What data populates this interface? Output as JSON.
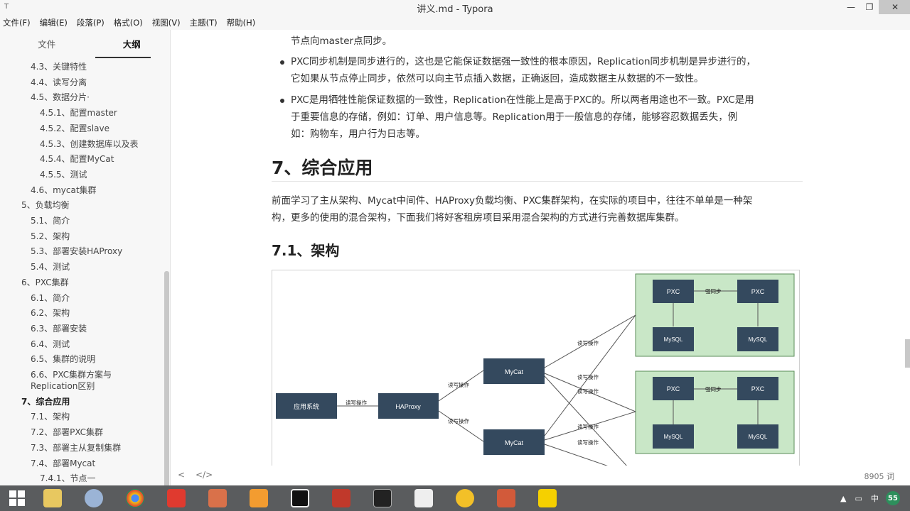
{
  "window": {
    "title": "讲义.md - Typora",
    "minimize": "—",
    "restore": "❐",
    "close": "✕"
  },
  "menu": [
    "文件(F)",
    "编辑(E)",
    "段落(P)",
    "格式(O)",
    "视图(V)",
    "主题(T)",
    "帮助(H)"
  ],
  "sidebar": {
    "tabs": [
      "文件",
      "大纲"
    ],
    "outline": [
      {
        "label": "4.3、关键特性",
        "level": 2
      },
      {
        "label": "4.4、读写分离",
        "level": 2
      },
      {
        "label": "4.5、数据分片·",
        "level": 2
      },
      {
        "label": "4.5.1、配置master",
        "level": 3
      },
      {
        "label": "4.5.2、配置slave",
        "level": 3
      },
      {
        "label": "4.5.3、创建数据库以及表",
        "level": 3
      },
      {
        "label": "4.5.4、配置MyCat",
        "level": 3
      },
      {
        "label": "4.5.5、测试",
        "level": 3
      },
      {
        "label": "4.6、mycat集群",
        "level": 2
      },
      {
        "label": "5、负载均衡",
        "level": 1
      },
      {
        "label": "5.1、简介",
        "level": 2
      },
      {
        "label": "5.2、架构",
        "level": 2
      },
      {
        "label": "5.3、部署安装HAProxy",
        "level": 2
      },
      {
        "label": "5.4、测试",
        "level": 2
      },
      {
        "label": "6、PXC集群",
        "level": 1
      },
      {
        "label": "6.1、简介",
        "level": 2
      },
      {
        "label": "6.2、架构",
        "level": 2
      },
      {
        "label": "6.3、部署安装",
        "level": 2
      },
      {
        "label": "6.4、测试",
        "level": 2
      },
      {
        "label": "6.5、集群的说明",
        "level": 2
      },
      {
        "label": "6.6、PXC集群方案与",
        "level": 2
      },
      {
        "label": "Replication区别",
        "level": 2
      },
      {
        "label": "7、综合应用",
        "level": 1,
        "bold": true
      },
      {
        "label": "7.1、架构",
        "level": 2
      },
      {
        "label": "7.2、部署PXC集群",
        "level": 2
      },
      {
        "label": "7.3、部署主从复制集群",
        "level": 2
      },
      {
        "label": "7.4、部署Mycat",
        "level": 2
      },
      {
        "label": "7.4.1、节点一",
        "level": 3
      }
    ]
  },
  "content": {
    "line0": "节点向master点同步。",
    "b1l1": "PXC同步机制是同步进行的，这也是它能保证数据强一致性的根本原因，Replication同步机制是异步进行的，",
    "b1l2": "它如果从节点停止同步，依然可以向主节点插入数据，正确返回，造成数据主从数据的不一致性。",
    "b2l1": "PXC是用牺牲性能保证数据的一致性，Replication在性能上是高于PXC的。所以两者用途也不一致。PXC是用",
    "b2l2": "于重要信息的存储，例如：订单、用户信息等。Replication用于一般信息的存储，能够容忍数据丢失，例",
    "b2l3": "如：购物车，用户行为日志等。",
    "h1": "7、综合应用",
    "p1l1": "前面学习了主从架构、Mycat中间件、HAProxy负载均衡、PXC集群架构，在实际的项目中，往往不单单是一种架",
    "p1l2": "构，更多的使用的混合架构，下面我们将好客租房项目采用混合架构的方式进行完善数据库集群。",
    "h2": "7.1、架构"
  },
  "diagram": {
    "app": "应用系统",
    "haproxy": "HAProxy",
    "mycat1": "MyCat",
    "mycat2": "MyCat",
    "pxc": "PXC",
    "mysql": "MySQL",
    "sync": "强同步",
    "rw": "读写操作",
    "colors": {
      "node": "#34495e",
      "group": "#c9e7c7",
      "groupBorder": "#5b8c5a",
      "blueGroup": "#d6eaf8"
    }
  },
  "footer": {
    "back": "<",
    "source": "</>",
    "words": "8905 词"
  },
  "taskbar": {
    "ime": "中",
    "badge": "55"
  }
}
